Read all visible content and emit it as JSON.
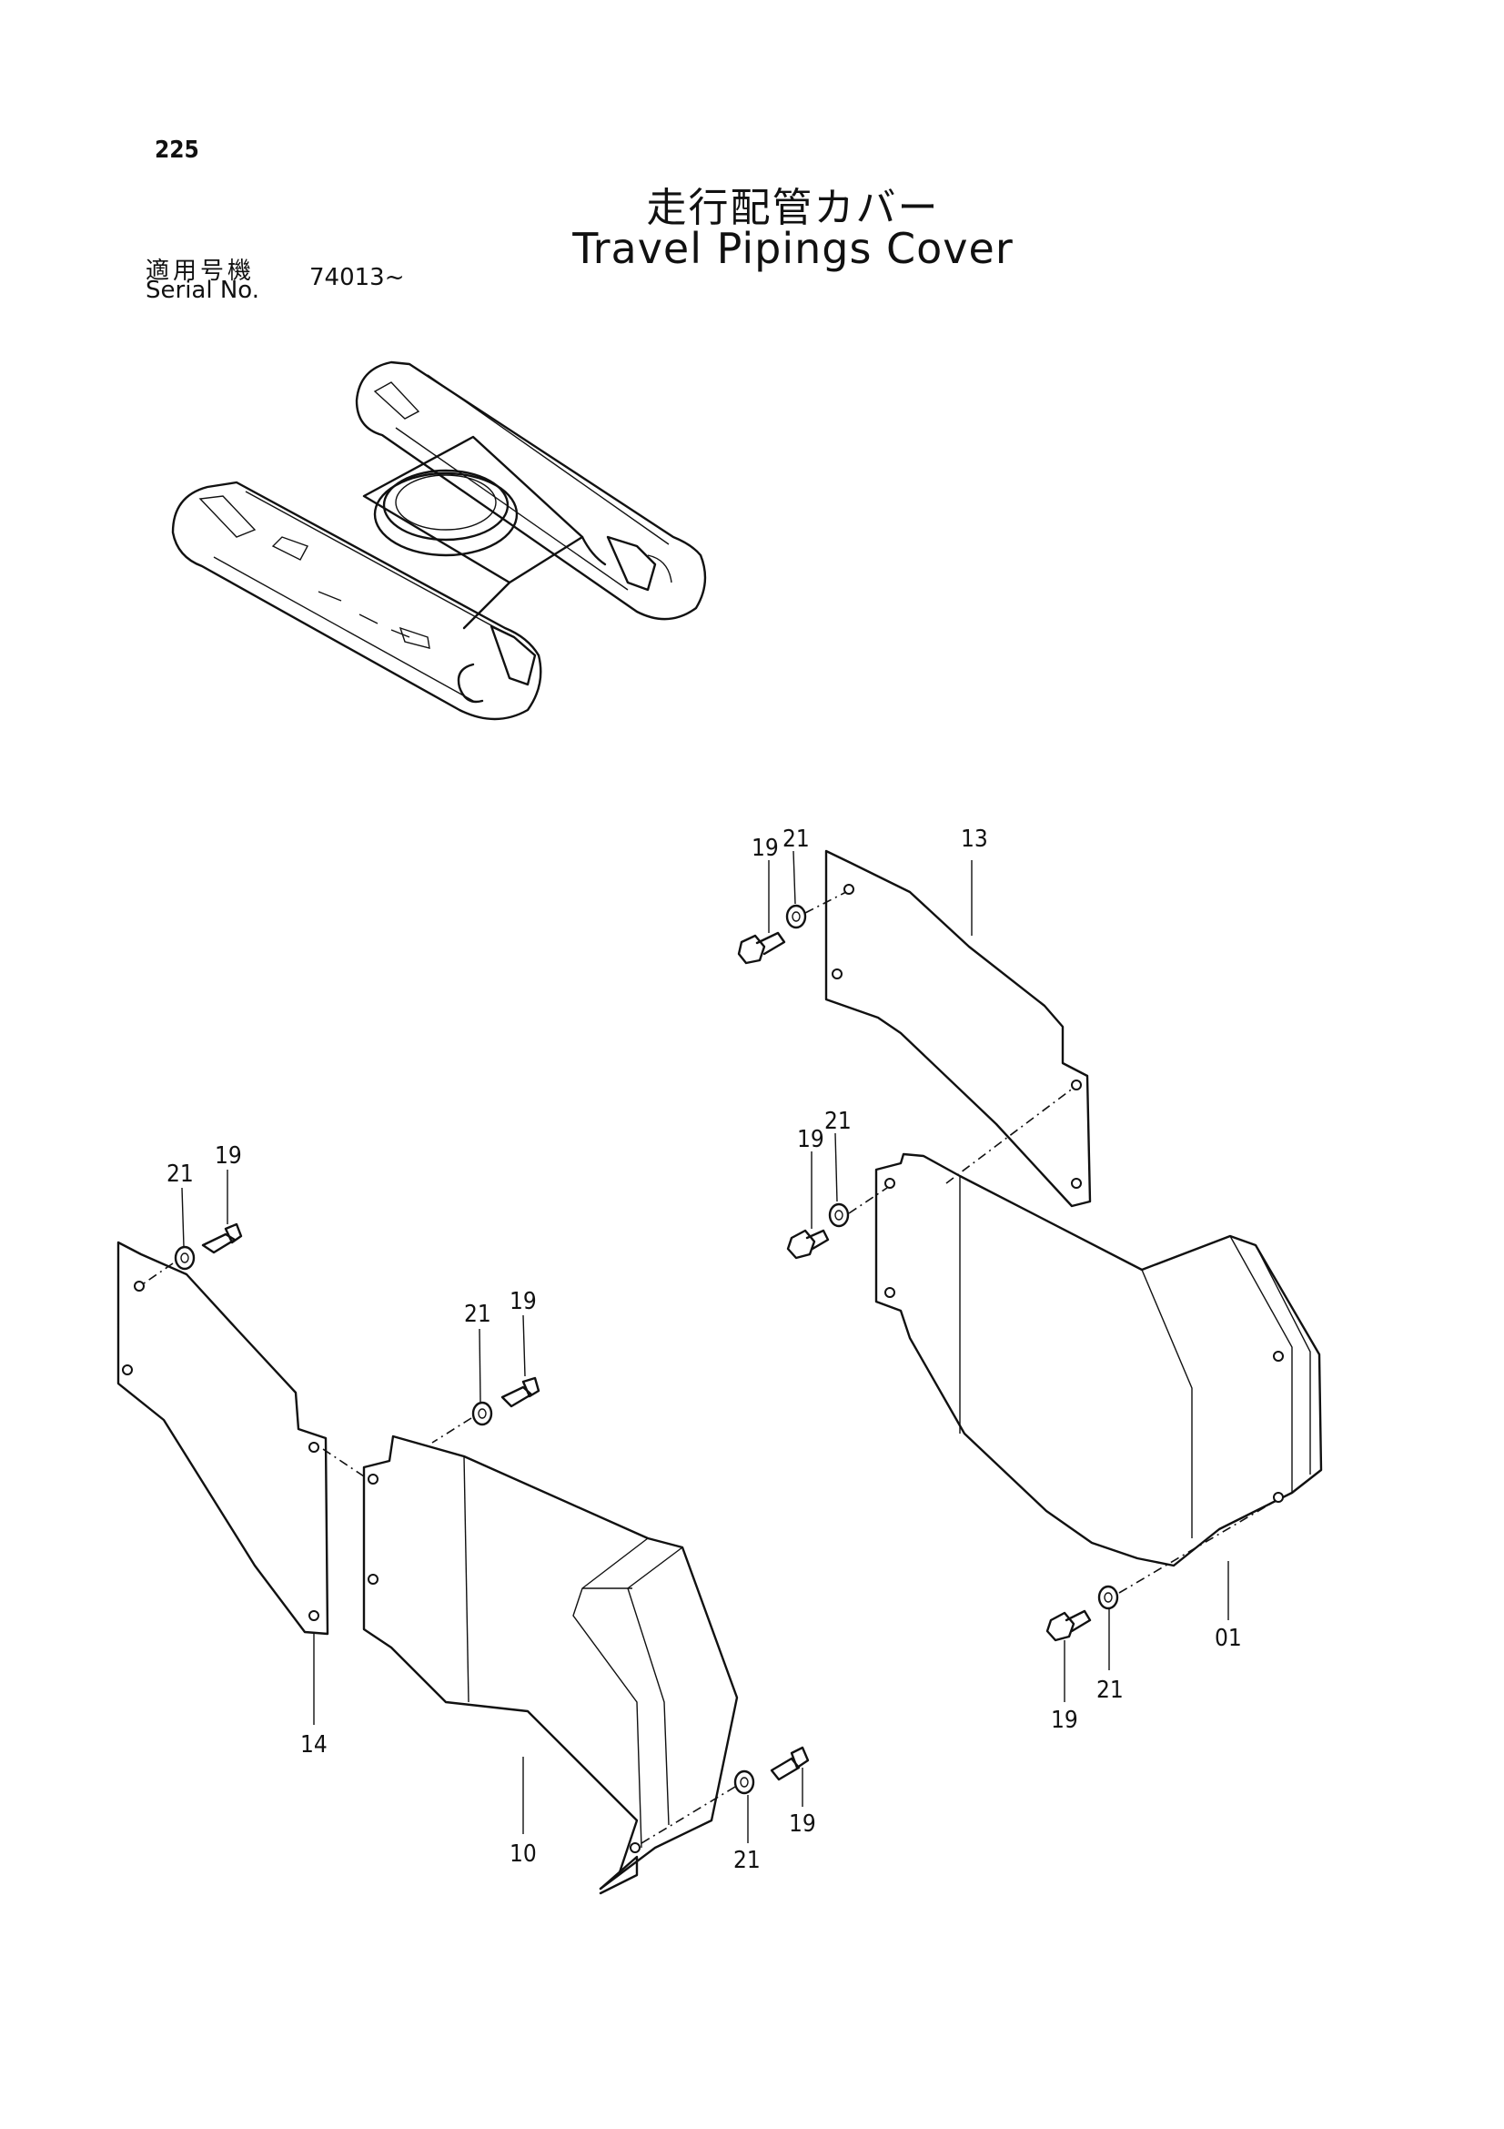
{
  "page_number": "225",
  "title_jp": "走行配管カバー",
  "title_en": "Travel Pipings Cover",
  "serial_label_jp": "適用号機",
  "serial_label_en": "Serial No.",
  "serial_value": "74013~",
  "callouts": {
    "c13": "13",
    "c19a": "19",
    "c21a": "21",
    "c19b": "19",
    "c21b": "21",
    "c01": "01",
    "c19c": "19",
    "c21c": "21",
    "c21d": "21",
    "c19d": "19",
    "c21e": "21",
    "c19e": "19",
    "c14": "14",
    "c10": "10",
    "c21f": "21",
    "c19f": "19"
  }
}
